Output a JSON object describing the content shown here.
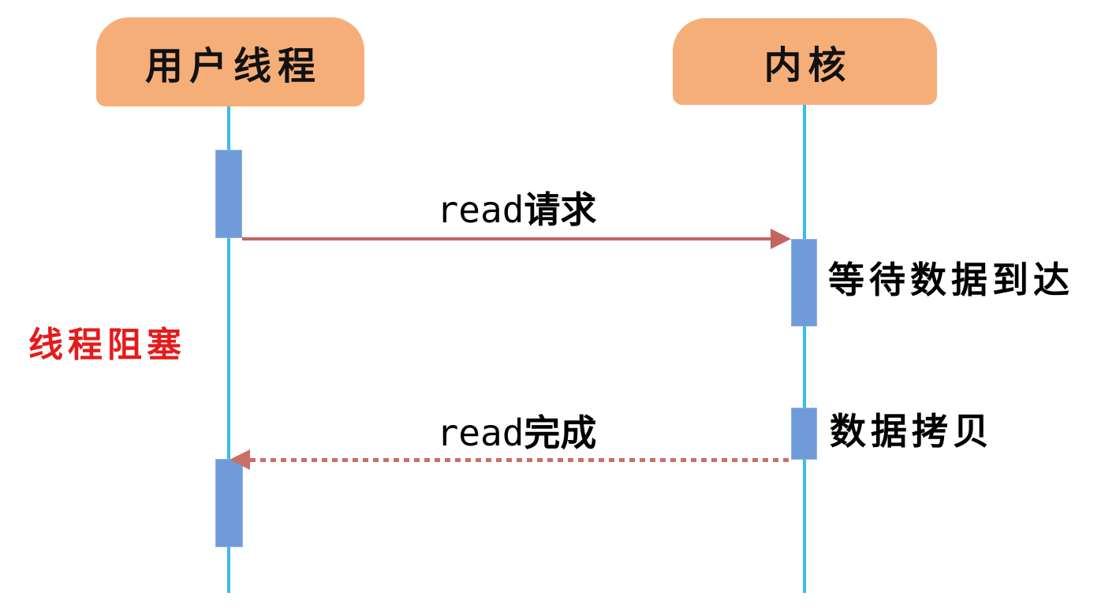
{
  "colors": {
    "header_fill": "#F6AE79",
    "activation_fill": "#6F9CD9",
    "activation_border": "#8FB0DF",
    "lifeline": "#38BCEE",
    "arrow_solid": "#C2655E",
    "arrow_dotted": "#CA6F66",
    "blocked_text": "#E51B1B",
    "label_text": "#000000"
  },
  "actors": [
    {
      "name": "user-thread",
      "label": "用户线程"
    },
    {
      "name": "kernel",
      "label": "内核"
    }
  ],
  "messages": [
    {
      "name": "read-request",
      "code": "read",
      "text": "请求",
      "style": "solid",
      "from": "user-thread",
      "to": "kernel"
    },
    {
      "name": "read-complete",
      "code": "read",
      "text": "完成",
      "style": "dotted",
      "from": "kernel",
      "to": "user-thread"
    }
  ],
  "annotations": {
    "thread_blocked": "线程阻塞",
    "wait_data": "等待数据到达",
    "data_copy": "数据拷贝"
  }
}
